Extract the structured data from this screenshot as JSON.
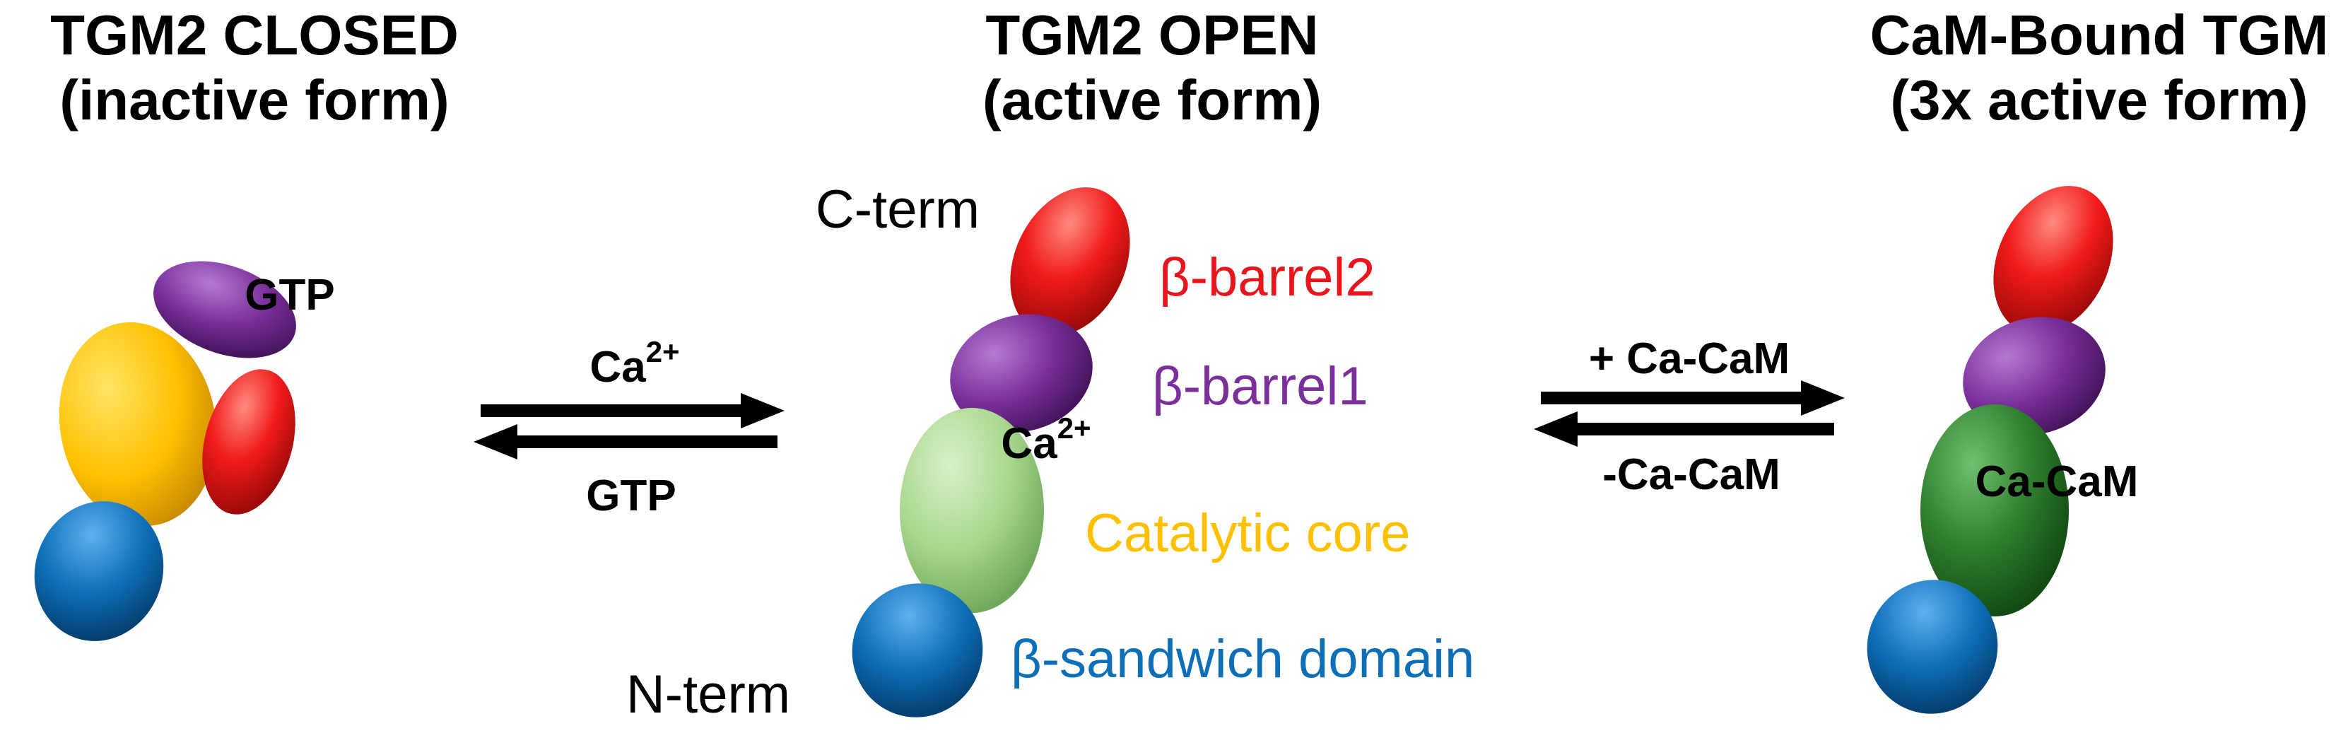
{
  "panels": {
    "closed": {
      "title_line1": "TGM2 CLOSED",
      "title_line2": "(inactive form)",
      "gtp_label": "GTP"
    },
    "open": {
      "title_line1": "TGM2 OPEN",
      "title_line2": "(active form)"
    },
    "cam": {
      "title_line1": "CaM-Bound TGM",
      "title_line2": "(3x active form)",
      "cacam_label": "Ca-CaM"
    }
  },
  "arrows": {
    "left": {
      "top_label": "Ca",
      "top_sup": "2+",
      "bottom_label": "GTP"
    },
    "right": {
      "top_label": "+ Ca-CaM",
      "bottom_label": "-Ca-CaM"
    }
  },
  "labels": {
    "c_term": "C-term",
    "n_term": "N-term",
    "ca_ion": "Ca",
    "ca_ion_sup": "2+"
  },
  "domains": {
    "barrel2": {
      "prefix": "β",
      "name": "-barrel2",
      "color": "#e8161c"
    },
    "barrel1": {
      "prefix": "β",
      "name": "-barrel1",
      "color": "#7a2f9b"
    },
    "core": {
      "name": "Catalytic core",
      "color": "#ffc000"
    },
    "sandwich": {
      "prefix": "β",
      "name": "-sandwich domain",
      "color": "#0d6fb8"
    },
    "core_active_color": "#a9d88f",
    "cam_color": "#2e7d2e"
  }
}
